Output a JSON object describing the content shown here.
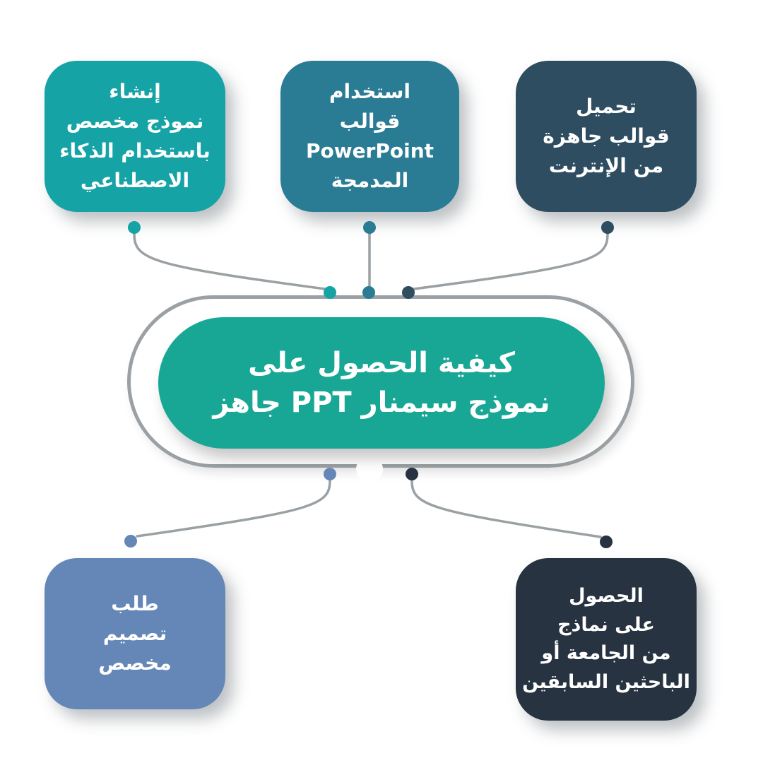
{
  "center": {
    "title": "كيفية الحصول على\nنموذج سيمنار PPT جاهز",
    "fill": "#18a795",
    "ring_color": "#9aa0a3"
  },
  "nodes": {
    "top_left": {
      "label": "إنشاء\nنموذج مخصص\nباستخدام الذكاء\nالاصطناعي",
      "color": "#16a3a6"
    },
    "top_middle": {
      "label": "استخدام\nقوالب PowerPoint\nالمدمجة",
      "color": "#2a7b94"
    },
    "top_right": {
      "label": "تحميل\nقوالب جاهزة\nمن الإنترنت",
      "color": "#2e4d61"
    },
    "bottom_left": {
      "label": "طلب\nتصميم\nمخصص",
      "color": "#6587b8"
    },
    "bottom_right": {
      "label": "الحصول\nعلى نماذج\nمن الجامعة أو\nالباحثين السابقين",
      "color": "#273340"
    }
  },
  "connector_color": "#9aa0a3"
}
